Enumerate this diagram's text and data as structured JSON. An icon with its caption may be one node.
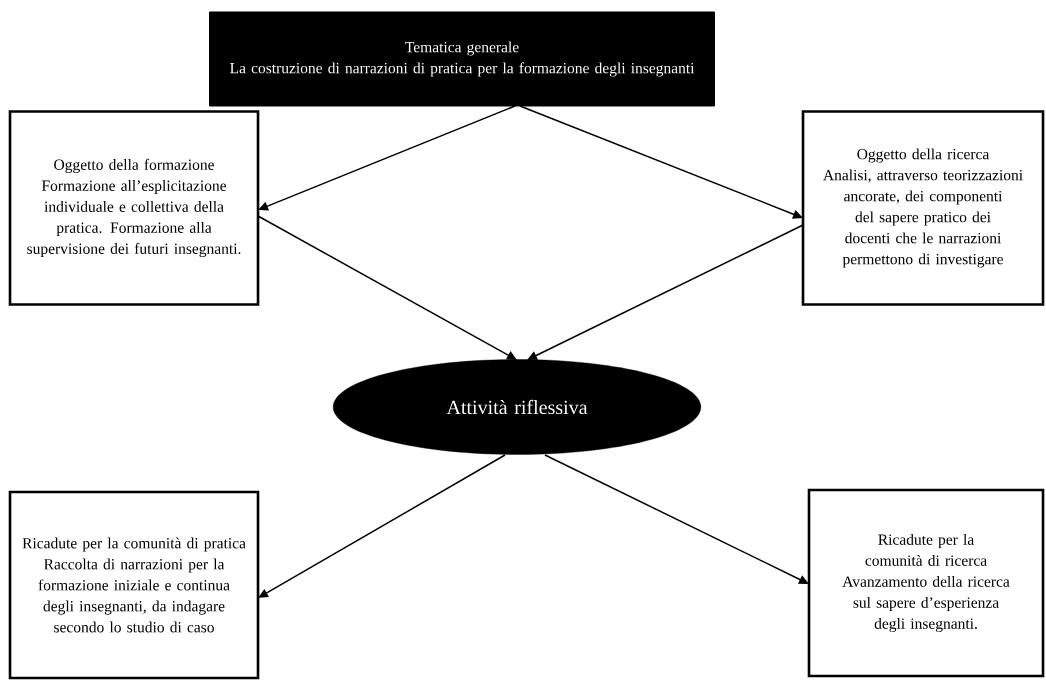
{
  "diagram": {
    "nodes": [
      {
        "text": [
          "Tematica generale",
          "La costruzione di narrazioni di pratica per la formazione degli insegnanti"
        ]
      },
      {
        "text": [
          "Oggetto della formazione",
          "Formazione all’esplicitazione individuale e collettiva della pratica. Formazione alla supervisione dei futuri insegnanti."
        ]
      },
      {
        "text": [
          "Oggetto della ricerca",
          "Analisi, attraverso teorizzazioni ancorate, dei componenti del sapere pratico dei docenti che le narrazioni permettono di investigare"
        ]
      },
      {
        "text": [
          "Attività riflessiva"
        ]
      },
      {
        "text": [
          "Ricadute per la comunità di pratica",
          "Raccolta di narrazioni per la formazione iniziale e continua degli insegnanti, da indagare secondo lo studio di caso"
        ]
      },
      {
        "text": [
          "Ricadute per la comunità di ricerca",
          "Avanzamento della ricerca sul sapere d’esperienza degli insegnanti."
        ]
      }
    ],
    "edges": [
      {
        "from": 0,
        "to": 1,
        "arrow": "to"
      },
      {
        "from": 0,
        "to": 2,
        "arrow": "to"
      },
      {
        "from": 1,
        "to": 3,
        "arrow": "to"
      },
      {
        "from": 2,
        "to": 3,
        "arrow": "to"
      },
      {
        "from": 3,
        "to": 4,
        "arrow": "to"
      },
      {
        "from": 3,
        "to": 5,
        "arrow": "to"
      }
    ]
  }
}
